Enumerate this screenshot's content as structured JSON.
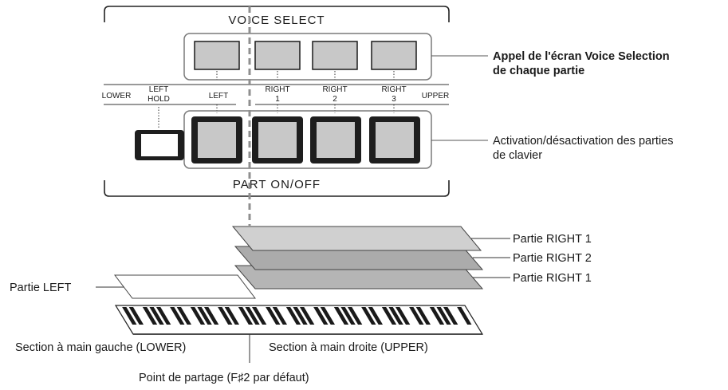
{
  "panel": {
    "voice_select_title": "VOICE SELECT",
    "part_on_off_title": "PART ON/OFF",
    "labels": {
      "lower": "LOWER",
      "left_hold_line1": "LEFT",
      "left_hold_line2": "HOLD",
      "left": "LEFT",
      "right1_line1": "RIGHT",
      "right1_line2": "1",
      "right2_line1": "RIGHT",
      "right2_line2": "2",
      "right3_line1": "RIGHT",
      "right3_line2": "3",
      "upper": "UPPER"
    }
  },
  "callouts": {
    "voice_selection_line1": "Appel de l'écran Voice Selection",
    "voice_selection_line2": "de chaque partie",
    "activation_line1": "Activation/désactivation des parties",
    "activation_line2": "de clavier"
  },
  "layers": {
    "right1_top": "Partie RIGHT 1",
    "right2": "Partie RIGHT 2",
    "right1_bottom": "Partie RIGHT 1",
    "left": "Partie LEFT"
  },
  "keyboard": {
    "lower_section": "Section à main gauche (LOWER)",
    "upper_section": "Section à main droite (UPPER)",
    "split_point": "Point de partage (F♯2 par défaut)"
  },
  "colors": {
    "button_fill": "#c8c8c8",
    "layer_top": "#d0d0d0",
    "layer_mid": "#ababab",
    "layer_bottom": "#b5b5b5",
    "split_line": "#8f8f8f"
  }
}
